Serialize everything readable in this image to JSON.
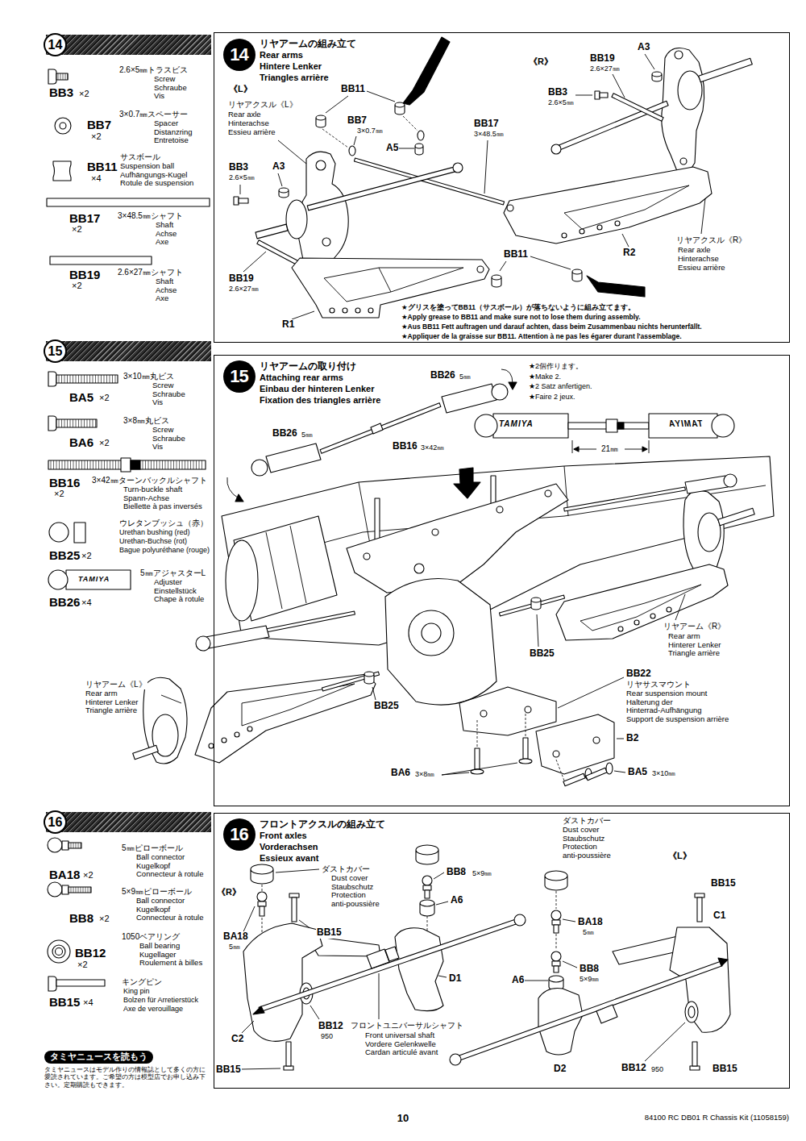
{
  "diagram": {
    "nodes": [
      {
        "text": [
          "14"
        ]
      },
      {
        "text": [
          "リヤアームの組み立て",
          "Rear arms",
          "Hintere Lenker",
          "Triangles arrière"
        ]
      },
      {
        "text": [
          "14"
        ],
        "in": 1
      },
      {
        "text": [
          "15"
        ]
      },
      {
        "text": [
          "リヤアームの取り付け",
          "Attaching rear arms",
          "Einbau der hinteren Lenker",
          "Fixation des triangles arrière"
        ]
      },
      {
        "text": [
          "15"
        ],
        "in": 4
      },
      {
        "text": [
          "16"
        ]
      },
      {
        "text": [
          "フロントアクスルの組み立て",
          "Front axles",
          "Vorderachsen",
          "Essieux avant"
        ]
      },
      {
        "text": [
          "16"
        ],
        "in": 7
      },
      {
        "text": [
          "タミヤニュースを読もう",
          "タミヤニュースはモデル作りの情報誌として多くの方に愛読されています。ご希望の方は模型店でお申し込み下さい。定期購読もできます。"
        ]
      }
    ],
    "labels": [
      "BB3",
      "×2",
      "2.6×5㎜トラスビス",
      "Screw",
      "Schraube",
      "Vis",
      "BB7",
      "×2",
      "3×0.7㎜スペーサー",
      "Spacer",
      "Distanzring",
      "Entretoise",
      "BB11",
      "×4",
      "サスボール",
      "Suspension ball",
      "Aufhängungs-Kugel",
      "Rotule de suspension",
      "BB17",
      "×2",
      "3×48.5㎜シャフト",
      "Shaft",
      "Achse",
      "Axe",
      "BB19",
      "×2",
      "2.6×27㎜シャフト",
      "Shaft",
      "Achse",
      "Axe",
      "《L》",
      "リヤアクスル《L》",
      "Rear axle",
      "Hinterachse",
      "Essieu arrière",
      "BB11",
      "BB7",
      "3×0.7㎜",
      "A5",
      "BB17",
      "3×48.5㎜",
      "《R》",
      "BB19",
      "2.6×27㎜",
      "A3",
      "BB3",
      "2.6×5㎜",
      "BB3",
      "2.6×5㎜",
      "A3",
      "BB19",
      "2.6×27㎜",
      "R1",
      "BB11",
      "R2",
      "リヤアクスル《R》",
      "Rear axle",
      "Hinterachse",
      "Essieu arrière",
      "★グリスを塗ってBB11（サスボール）が落ちないように組み立てます。",
      "★Apply grease to BB11 and make sure not to lose them during assembly.",
      "★Aus BB11 Fett auftragen und darauf achten, dass beim Zusammenbau nichts herunterfällt.",
      "★Appliquer de la graisse sur BB11. Attention à ne pas les égarer durant l'assemblage.",
      "BA5",
      "×2",
      "3×10㎜丸ビス",
      "Screw",
      "Schraube",
      "Vis",
      "BA6",
      "×2",
      "3×8㎜丸ビス",
      "Screw",
      "Schraube",
      "Vis",
      "BB16",
      "×2",
      "3×42㎜ターンバックルシャフト",
      "Turn-buckle shaft",
      "Spann-Achse",
      "Biellette à pas inversés",
      "BB25",
      "×2",
      "ウレタンブッシュ（赤）",
      "Urethan bushing (red)",
      "Urethan-Buchse (rot)",
      "Bague polyuréthane (rouge)",
      "BB26",
      "×4",
      "TAMIYA",
      "5㎜アジャスターL",
      "Adjuster",
      "Einstellstück",
      "Chape à rotule",
      "BB26",
      "5㎜",
      "★2個作ります。",
      "★Make 2.",
      "★2 Satz anfertigen.",
      "★Faire 2 jeux.",
      "BB26",
      "5㎜",
      "BB16",
      "3×42㎜",
      "TAMIYA",
      "TAMIYA",
      "21㎜",
      "リヤアーム《R》",
      "Rear arm",
      "Hinterer Lenker",
      "Triangle arrière",
      "BB25",
      "BB22",
      "リヤサスマウント",
      "Rear suspension mount",
      "Halterung der",
      "Hinterrad-Aufhängung",
      "Support de suspension arrière",
      "B2",
      "BB25",
      "リヤアーム《L》",
      "Rear arm",
      "Hinterer Lenker",
      "Triangle arrière",
      "BA6",
      "3×8㎜",
      "BA5",
      "3×10㎜",
      "BA18",
      "×2",
      "5㎜ピローボール",
      "Ball connector",
      "Kugelkopf",
      "Connecteur à rotule",
      "BB8",
      "×2",
      "5×9㎜ピローボール",
      "Ball connector",
      "Kugelkopf",
      "Connecteur à rotule",
      "BB12",
      "×2",
      "1050ベアリング",
      "Ball bearing",
      "Kugellager",
      "Roulement à billes",
      "BB15",
      "×4",
      "キングピン",
      "King pin",
      "Bolzen für Arretierstück",
      "Axe de verouillage",
      "ダストカバー",
      "Dust cover",
      "Staubschutz",
      "Protection",
      "anti-poussière",
      "《R》",
      "BA18",
      "5㎜",
      "BB15",
      "BB8",
      "5×9㎜",
      "A6",
      "D1",
      "C2",
      "BB12",
      "950",
      "BB15",
      "フロントユニバーサルシャフト",
      "Front universal shaft",
      "Vordere Gelenkwelle",
      "Cardan articulé avant",
      "ダストカバー",
      "Dust cover",
      "Staubschutz",
      "Protection",
      "anti-poussière",
      "《L》",
      "BA18",
      "5㎜",
      "BB15",
      "BB8",
      "5×9㎜",
      "C1",
      "A6",
      "D2",
      "BB12",
      "950",
      "BB15",
      "10",
      "84100 RC DB01 R Chassis Kit (11058159)"
    ]
  }
}
